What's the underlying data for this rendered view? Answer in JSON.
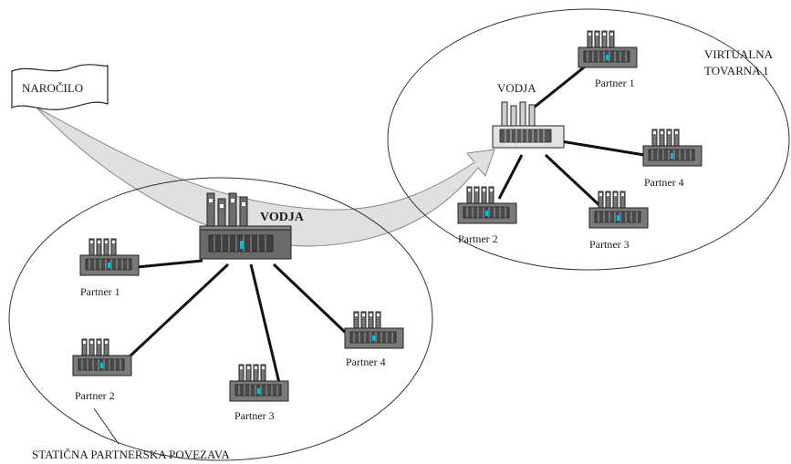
{
  "order": {
    "label": "NAROČILO"
  },
  "static_network": {
    "caption": "STATIČNA PARTNERSKA POVEZAVA",
    "leader": "VODJA",
    "partners": [
      "Partner 1",
      "Partner 2",
      "Partner 3",
      "Partner 4"
    ]
  },
  "virtual_factory": {
    "caption_line1": "VIRTUALNA",
    "caption_line2": "TOVARNA 1",
    "leader": "VODJA",
    "partners": [
      "Partner 1",
      "Partner 2",
      "Partner 3",
      "Partner 4"
    ]
  },
  "colors": {
    "arrow_fill": "#e0e0e0",
    "factory_body": "#6e6e6e",
    "factory_light": "#d9d9d9",
    "accent": "#00bfd8"
  }
}
